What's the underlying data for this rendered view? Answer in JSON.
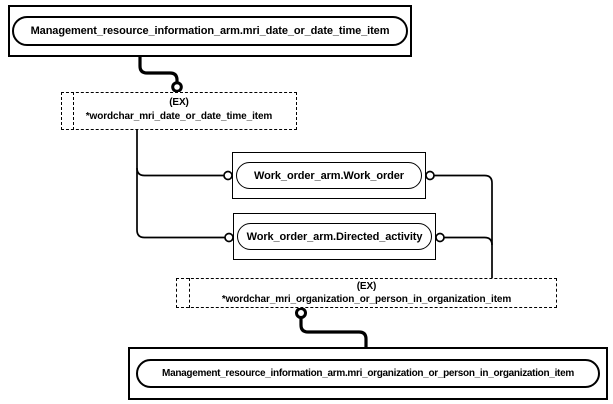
{
  "diagram": {
    "kind": "express-g-instance-diagram",
    "colors": {
      "ink": "#000000",
      "paper": "#ffffff"
    },
    "nodes": {
      "top_entity": {
        "label": "Management_resource_information_arm.mri_date_or_date_time_item"
      },
      "date_select": {
        "tag": "(EX)",
        "label": "*wordchar_mri_date_or_date_time_item"
      },
      "work_order": {
        "label": "Work_order_arm.Work_order"
      },
      "directed_activity": {
        "label": "Work_order_arm.Directed_activity"
      },
      "org_select": {
        "tag": "(EX)",
        "label": "*wordchar_mri_organization_or_person_in_organization_item"
      },
      "bottom_entity": {
        "label": "Management_resource_information_arm.mri_organization_or_person_in_organization_item"
      }
    }
  }
}
